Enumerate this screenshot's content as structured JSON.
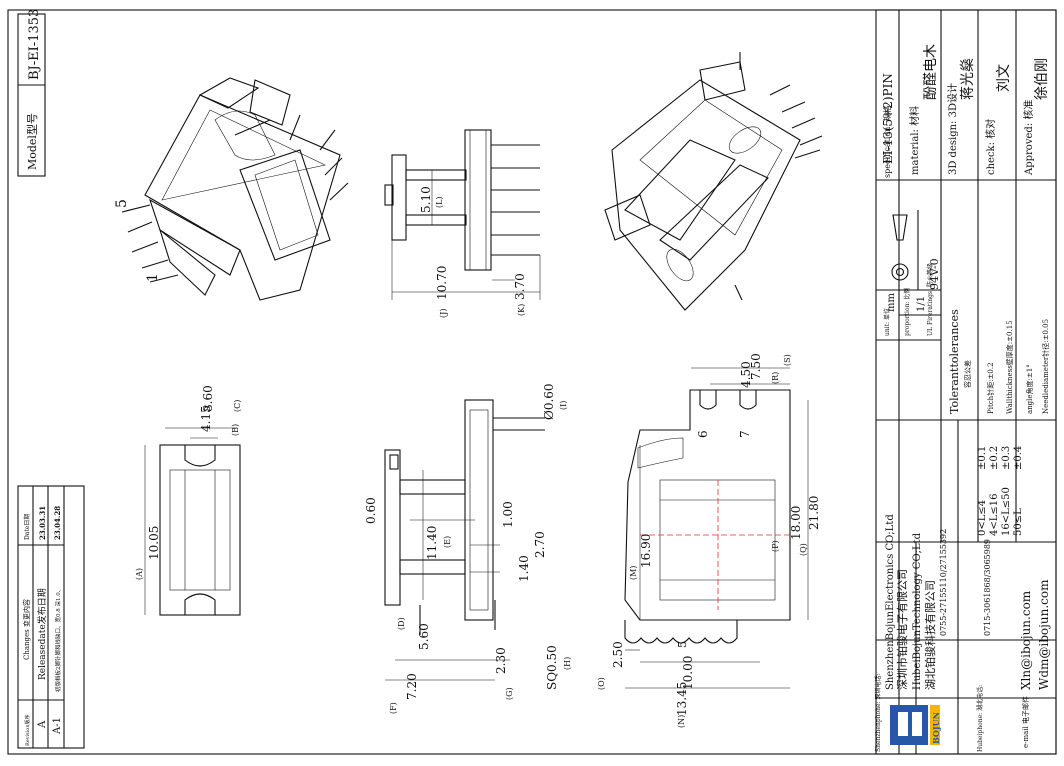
{
  "model": {
    "label": "Model型号",
    "value": "BJ-EI-1353"
  },
  "changes": {
    "headers": {
      "rev": "Revision版序",
      "content": "Changes 变更内容",
      "date": "Date日期"
    },
    "rows": [
      {
        "rev": "A",
        "content": "Releasedate发布日期",
        "date": "23.03.31"
      },
      {
        "rev": "A-1",
        "content": "初版档板2脚针脚和线缺口、宽0.8 深1.0、",
        "date": "23.04.28"
      }
    ]
  },
  "pin_labels": {
    "p5": "5",
    "p1": "1",
    "p6": "6",
    "p7": "7"
  },
  "dimensions": {
    "L": {
      "value": "5.10",
      "tag": "(L)"
    },
    "J": {
      "value": "10.70",
      "tag": "(J)"
    },
    "K": {
      "value": "3.70",
      "tag": "(K)"
    },
    "C": {
      "value": "8.60",
      "tag": "(C)"
    },
    "B": {
      "value": "4.15",
      "tag": "(B)"
    },
    "A": {
      "value": "10.05",
      "tag": "(A)"
    },
    "I": {
      "value": "Ø0.60",
      "tag": "(I)"
    },
    "d060": {
      "value": "0.60"
    },
    "E": {
      "value": "11.40",
      "tag": "(E)"
    },
    "d100": {
      "value": "1.00"
    },
    "d270": {
      "value": "2.70"
    },
    "d140": {
      "value": "1.40"
    },
    "D": {
      "value": "5.60",
      "tag": "(D)"
    },
    "F": {
      "value": "7.20",
      "tag": "(F)"
    },
    "G": {
      "value": "2.30",
      "tag": "(G)"
    },
    "H": {
      "value": "SQ0.50",
      "tag": "(H)"
    },
    "S": {
      "value": "7.50",
      "tag": "(S)"
    },
    "R": {
      "value": "4.50",
      "tag": "(R)"
    },
    "M": {
      "value": "16.90",
      "tag": "(M)"
    },
    "P": {
      "value": "18.00",
      "tag": "(P)"
    },
    "Q": {
      "value": "21.80",
      "tag": "(Q)"
    },
    "O": {
      "value": "2.50",
      "tag": "(O)"
    },
    "d10": {
      "value": "10.00"
    },
    "N": {
      "value": "13.45",
      "tag": "(N)"
    },
    "d5": {
      "value": "5"
    }
  },
  "company": {
    "name_en1": "ShenzhenBojunElectronics CO;Ltd",
    "name_cn1": "深圳市铂骏电子有限公司",
    "name_en2": "HubeiBojunTechnology CO;Ltd",
    "name_cn2": "湖北铂骏科技有限公司",
    "logo_text": "BOJUN",
    "phone_sz_label": "Shenzhenphone: 深圳电话:",
    "phone_sz": "0755-27155110/27155392",
    "phone_hb_label": "Hubeiphone: 湖北电话:",
    "phone_hb": "0715-3061868/3065989",
    "email_label": "e-mail 电子邮件",
    "email1": "Xln@ibojun.com",
    "email2": "Wdm@ibojun.com"
  },
  "tolerances": {
    "title": "Toleranttolerances",
    "title_cn": "容忍公差",
    "ranges": [
      "0<L≤4",
      "4<L≤16",
      "16<L≤50",
      "50≤L"
    ],
    "values": [
      "±0.1",
      "±0.2",
      "±0.3",
      "±0.4"
    ],
    "pitch": "Pitch针距:±0.2",
    "wall": "Wallthickness壁厚度:±0.15",
    "angle": "angle角度:±1°",
    "needle": "Needlediameter针径:±0.05"
  },
  "unit": {
    "label": "unit: 单位",
    "value": "mm"
  },
  "proportion": {
    "label": "proportion: 比例",
    "value": "1/1"
  },
  "ul": {
    "label": "UL Fireratings: 防火等级",
    "value": "94V-0"
  },
  "spec": {
    "label": "specification: 规格",
    "value": "EI-13(5+2)PIN"
  },
  "material": {
    "label": "material: 材料",
    "value": "酚醛电木"
  },
  "design": {
    "label": "3D design: 3D设计",
    "value": "蒋光燊"
  },
  "check": {
    "label": "check: 核对",
    "value": "刘文"
  },
  "approved": {
    "label": "Approved: 核准",
    "value": "徐伯刚"
  }
}
